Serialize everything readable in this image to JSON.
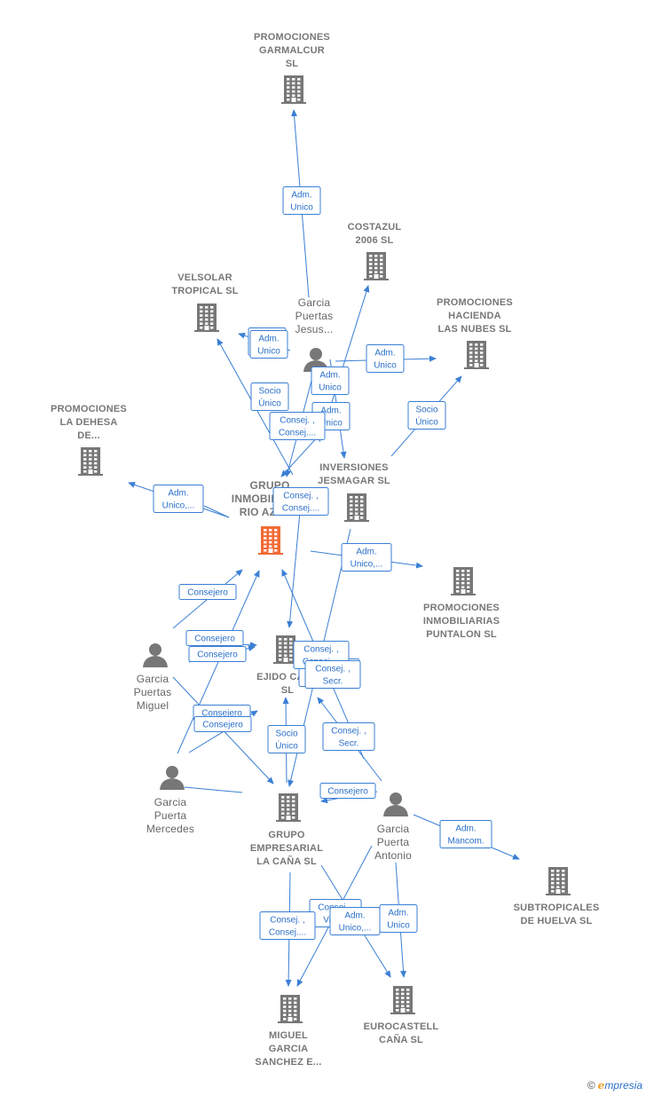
{
  "colors": {
    "company": "#777777",
    "highlight": "#f26a36",
    "person": "#777777",
    "edge": "#3a7fd5"
  },
  "nodes": [
    {
      "id": "garmalcur",
      "kind": "company",
      "lines": [
        "PROMOCIONES",
        "GARMALCUR",
        "SL"
      ]
    },
    {
      "id": "costazul",
      "kind": "company",
      "lines": [
        "COSTAZUL",
        "2006  SL"
      ]
    },
    {
      "id": "velsolar",
      "kind": "company",
      "lines": [
        "VELSOLAR",
        "TROPICAL  SL"
      ]
    },
    {
      "id": "hacienda",
      "kind": "company",
      "lines": [
        "PROMOCIONES",
        "HACIENDA",
        "LAS NUBES  SL"
      ]
    },
    {
      "id": "dehesa",
      "kind": "company",
      "lines": [
        "PROMOCIONES",
        "LA DEHESA",
        "DE..."
      ]
    },
    {
      "id": "jesmagar",
      "kind": "company",
      "lines": [
        "INVERSIONES",
        "JESMAGAR  SL"
      ]
    },
    {
      "id": "rioazul",
      "kind": "company-main",
      "lines": [
        "GRUPO",
        "INMOBILIARIO",
        "RIO AZUL..."
      ]
    },
    {
      "id": "puntalon",
      "kind": "company",
      "lines": [
        "PROMOCIONES",
        "INMOBILIARIAS",
        "PUNTALON  SL"
      ]
    },
    {
      "id": "ejido",
      "kind": "company",
      "lines": [
        "EJIDO CAÑA",
        "SL"
      ]
    },
    {
      "id": "grupocana",
      "kind": "company",
      "lines": [
        "GRUPO",
        "EMPRESARIAL",
        "LA CAÑA  SL"
      ]
    },
    {
      "id": "subtropicales",
      "kind": "company",
      "lines": [
        "SUBTROPICALES",
        "DE HUELVA  SL"
      ]
    },
    {
      "id": "miguelgs",
      "kind": "company",
      "lines": [
        "MIGUEL",
        "GARCIA",
        "SANCHEZ E..."
      ]
    },
    {
      "id": "eurocastell",
      "kind": "company",
      "lines": [
        "EUROCASTELL",
        "CAÑA  SL"
      ]
    },
    {
      "id": "jesus",
      "kind": "person",
      "lines": [
        "Garcia",
        "Puertas",
        "Jesus..."
      ]
    },
    {
      "id": "miguel",
      "kind": "person",
      "lines": [
        "Garcia",
        "Puertas",
        "Miguel"
      ]
    },
    {
      "id": "mercedes",
      "kind": "person",
      "lines": [
        "Garcia",
        "Puerta",
        "Mercedes"
      ]
    },
    {
      "id": "antonio",
      "kind": "person",
      "lines": [
        "Garcia",
        "Puerta",
        "Antonio"
      ]
    }
  ],
  "edges": [
    {
      "id": "e1",
      "lines": [
        "Adm.",
        "Unico"
      ]
    },
    {
      "id": "e2",
      "lines": [
        "Adm.",
        "Unico"
      ]
    },
    {
      "id": "e3",
      "lines": [
        "Adm.",
        "Unico"
      ]
    },
    {
      "id": "e4",
      "lines": [
        "Adm.",
        "Unico"
      ]
    },
    {
      "id": "e5",
      "lines": [
        "Adm.",
        "Unico"
      ]
    },
    {
      "id": "e6",
      "lines": [
        "Adm.",
        "Unico"
      ]
    },
    {
      "id": "e7",
      "lines": [
        "Socio",
        "Único"
      ]
    },
    {
      "id": "e8",
      "lines": [
        "Consej. ,",
        "Consej...."
      ]
    },
    {
      "id": "e9",
      "lines": [
        "Socio",
        "Único"
      ]
    },
    {
      "id": "e10",
      "lines": [
        "Adm.",
        "Unico,..."
      ]
    },
    {
      "id": "e11",
      "lines": [
        "Consej. ,",
        "Consej...."
      ]
    },
    {
      "id": "e12",
      "lines": [
        "Adm.",
        "Unico,..."
      ]
    },
    {
      "id": "e13",
      "lines": [
        "Consejero"
      ]
    },
    {
      "id": "e14",
      "lines": [
        "Consejero"
      ]
    },
    {
      "id": "e15",
      "lines": [
        "Consejero"
      ]
    },
    {
      "id": "e16",
      "lines": [
        "Consej. ,",
        "Secr."
      ]
    },
    {
      "id": "e17",
      "lines": [
        "Consej. ,",
        "Consej...."
      ]
    },
    {
      "id": "e18",
      "lines": [
        "Consejero"
      ]
    },
    {
      "id": "e19",
      "lines": [
        "Consejero"
      ]
    },
    {
      "id": "e20",
      "lines": [
        "Socio",
        "Único"
      ]
    },
    {
      "id": "e21",
      "lines": [
        "Consej. ,",
        "Secr."
      ]
    },
    {
      "id": "e22",
      "lines": [
        "Consej. ,",
        "Secr."
      ]
    },
    {
      "id": "e23",
      "lines": [
        "Consejero"
      ]
    },
    {
      "id": "e24",
      "lines": [
        "Adm.",
        "Mancom."
      ]
    },
    {
      "id": "e25",
      "lines": [
        "Consej. ,",
        "Vice..."
      ]
    },
    {
      "id": "e26",
      "lines": [
        "Consej. ,",
        "Consej...."
      ]
    },
    {
      "id": "e27",
      "lines": [
        "Adm.",
        "Unico,..."
      ]
    },
    {
      "id": "e28",
      "lines": [
        "Adm.",
        "Unico"
      ]
    }
  ],
  "footer": {
    "copyright": "©",
    "brand_initial": "e",
    "brand_rest": "mpresia"
  }
}
